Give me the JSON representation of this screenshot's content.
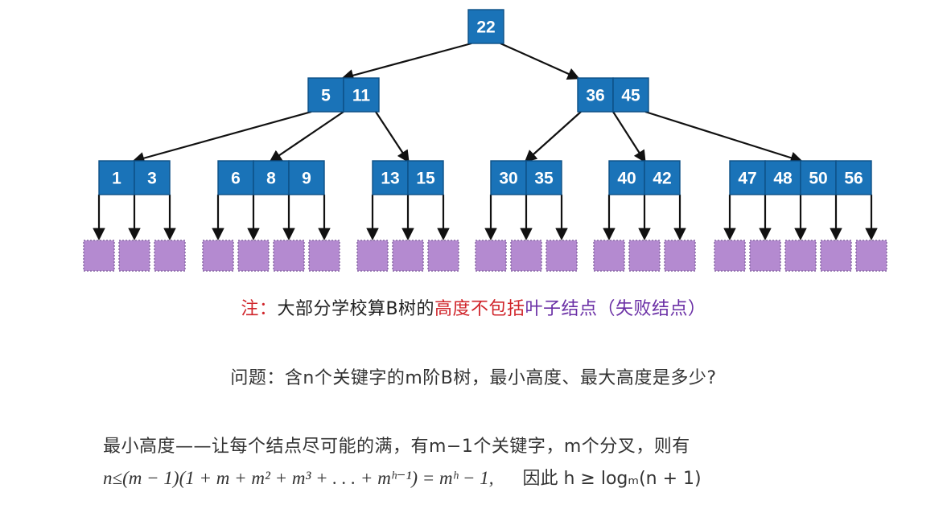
{
  "tree": {
    "root": [
      "22"
    ],
    "level1": [
      [
        "5",
        "11"
      ],
      [
        "36",
        "45"
      ]
    ],
    "level2": [
      [
        "1",
        "3"
      ],
      [
        "6",
        "8",
        "9"
      ],
      [
        "13",
        "15"
      ],
      [
        "30",
        "35"
      ],
      [
        "40",
        "42"
      ],
      [
        "47",
        "48",
        "50",
        "56"
      ]
    ]
  },
  "note": {
    "prefix": "注：",
    "middle": "大部分学校算B树的",
    "highlight": "高度不包括",
    "suffix": "叶子结点（失败结点）"
  },
  "question": "问题：含n个关键字的m阶B树，最小高度、最大高度是多少?",
  "answer": {
    "line1": "最小高度——让每个结点尽可能的满，有m−1个关键字，m个分叉，则有",
    "formula": "n≤(m − 1)(1 + m + m² + m³ + . . . + mʰ⁻¹) = mʰ − 1,",
    "conclusion_label": "因此",
    "conclusion_math": "h ≥ logₘ(n + 1)"
  },
  "colors": {
    "node": "#1a73b8",
    "leaf": "#b48ad0",
    "note_red": "#d0252b",
    "note_purple": "#6a2fa5"
  }
}
